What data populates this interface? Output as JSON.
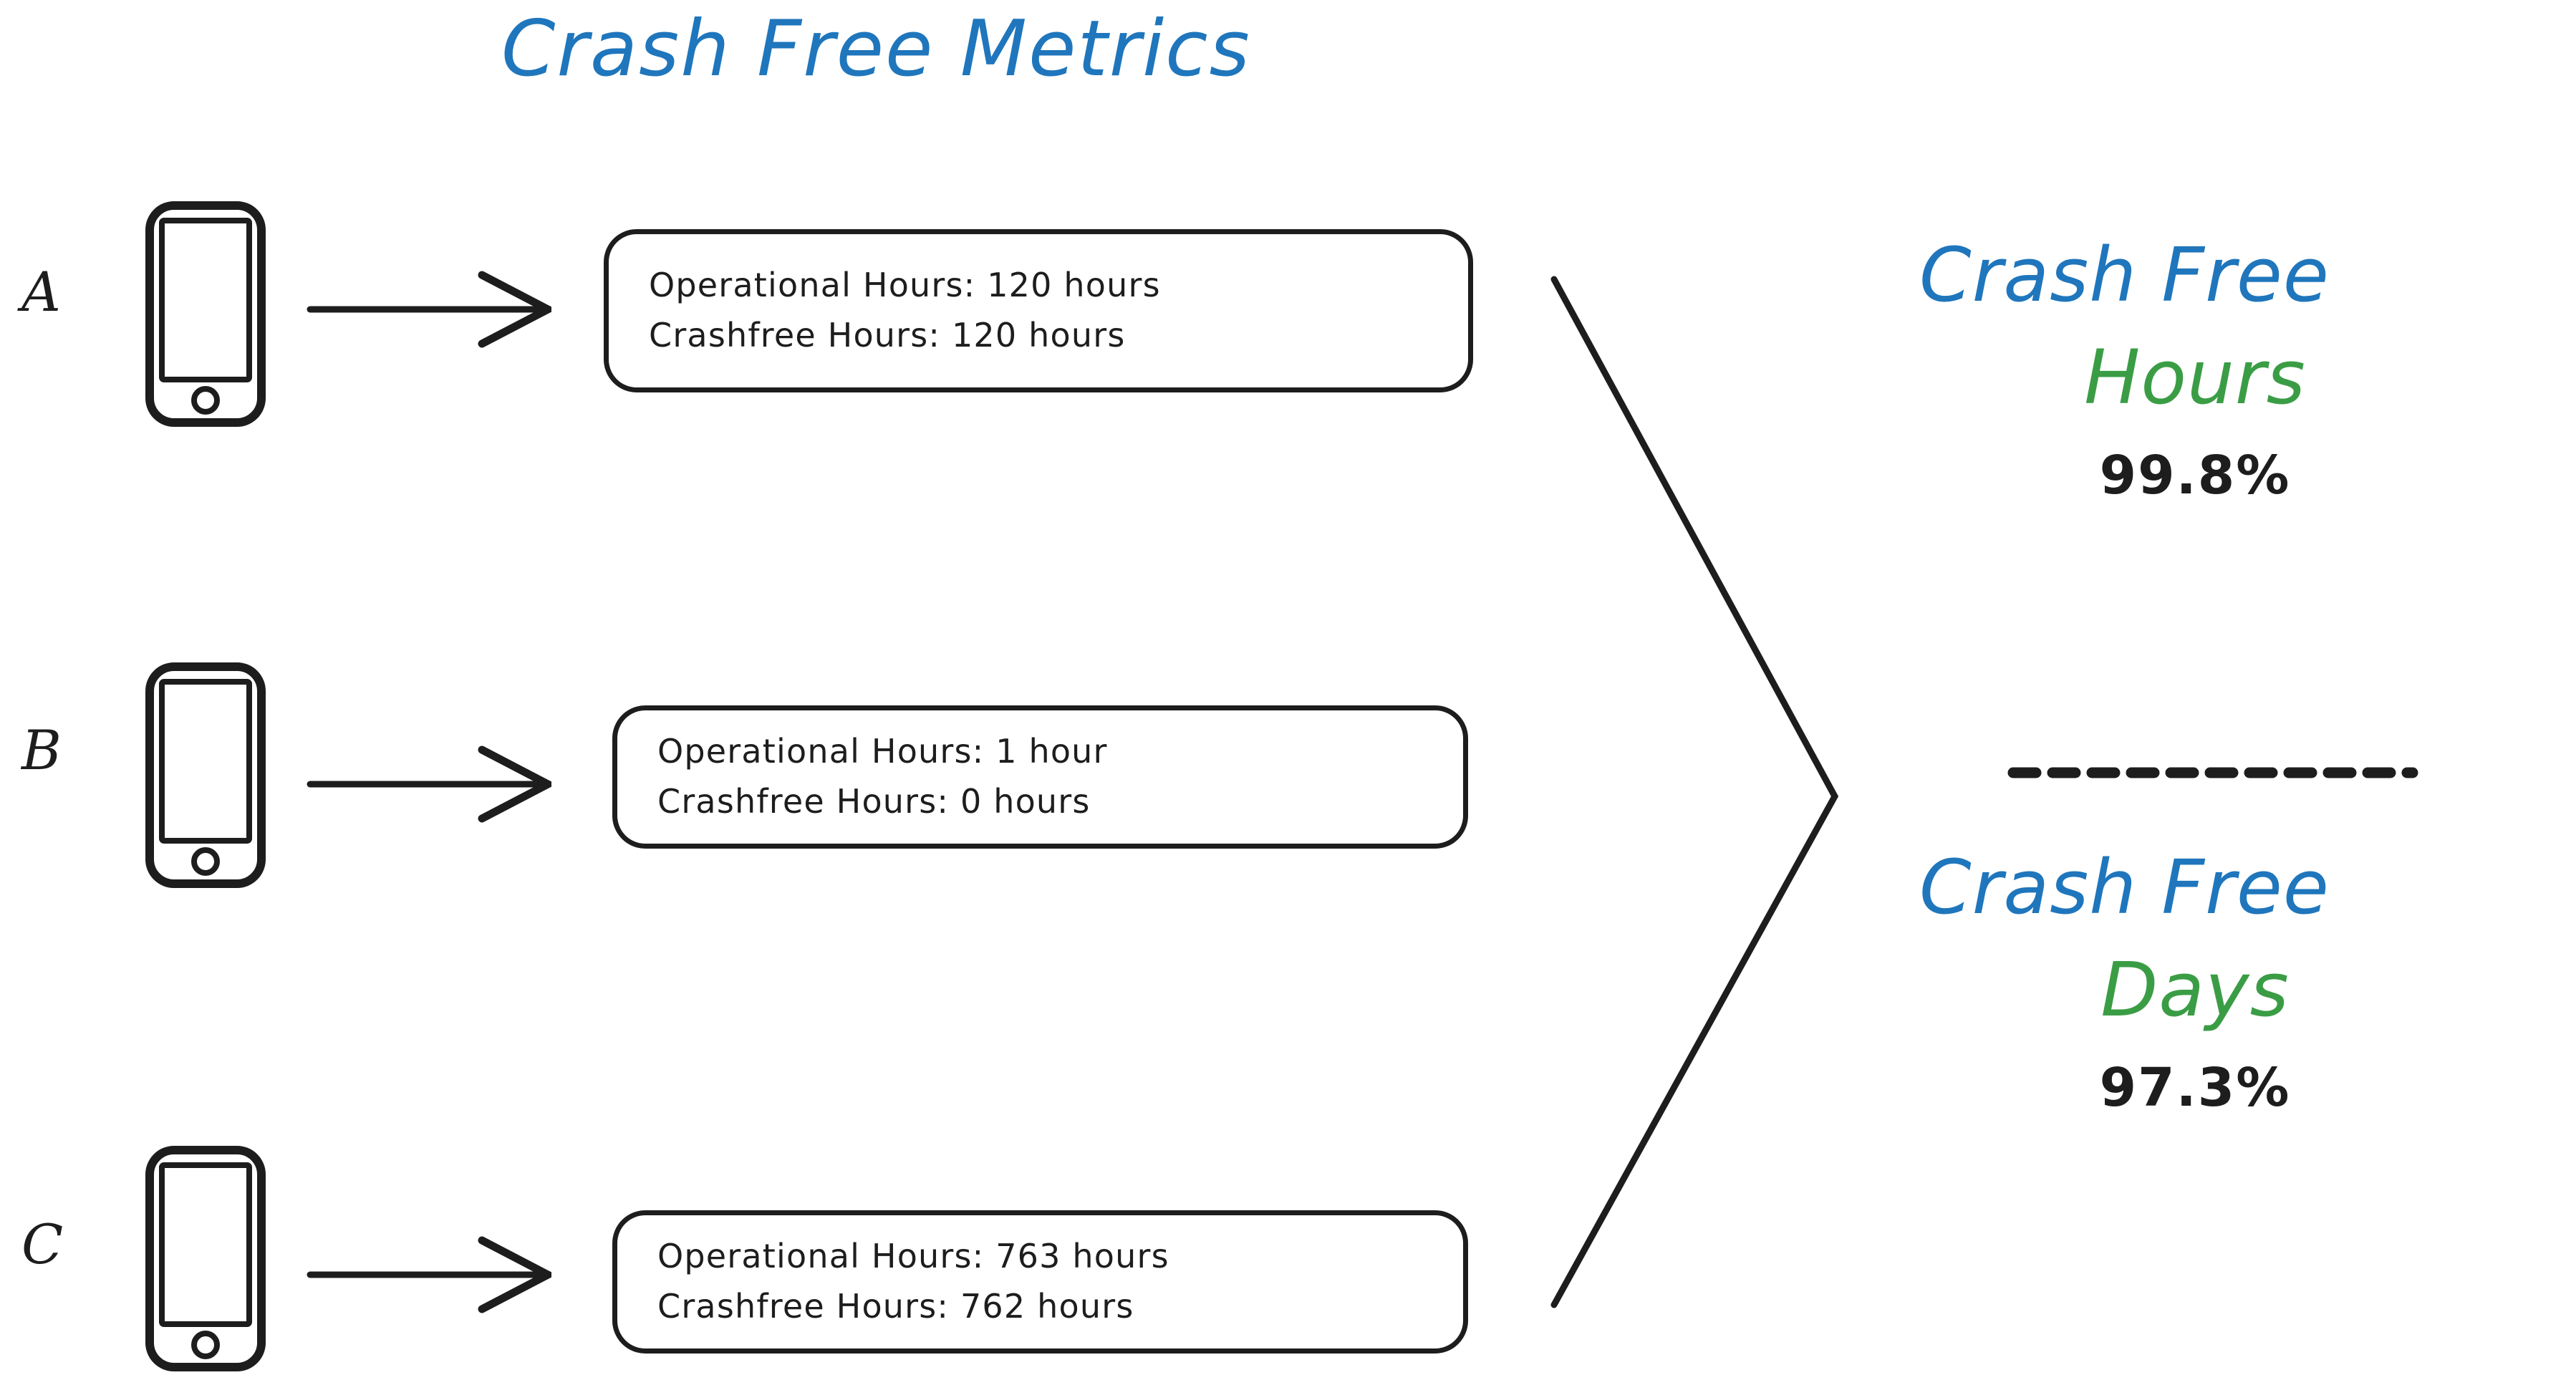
{
  "diagram": {
    "title": "Crash Free Metrics",
    "colors": {
      "blue": "#1f76bc",
      "green": "#3a9d45",
      "ink": "#1d1d1d",
      "background": "#ffffff"
    },
    "devices": [
      {
        "letter": "A",
        "icon": "smartphone-icon",
        "arrow": "arrow-right-icon",
        "operational": "Operational Hours: 120 hours",
        "crashfree": "Crashfree Hours: 120 hours"
      },
      {
        "letter": "B",
        "icon": "smartphone-icon",
        "arrow": "arrow-right-icon",
        "operational": "Operational Hours: 1 hour",
        "crashfree": "Crashfree Hours: 0 hours"
      },
      {
        "letter": "C",
        "icon": "smartphone-icon",
        "arrow": "arrow-right-icon",
        "operational": "Operational Hours: 763 hours",
        "crashfree": "Crashfree Hours: 762 hours"
      }
    ],
    "results": [
      {
        "primary": "Crash Free",
        "secondary": "Hours",
        "value": "99.8%"
      },
      {
        "primary": "Crash Free",
        "secondary": "Days",
        "value": "97.3%"
      }
    ],
    "divider": "dashed-divider",
    "bracket": "converging-bracket"
  }
}
